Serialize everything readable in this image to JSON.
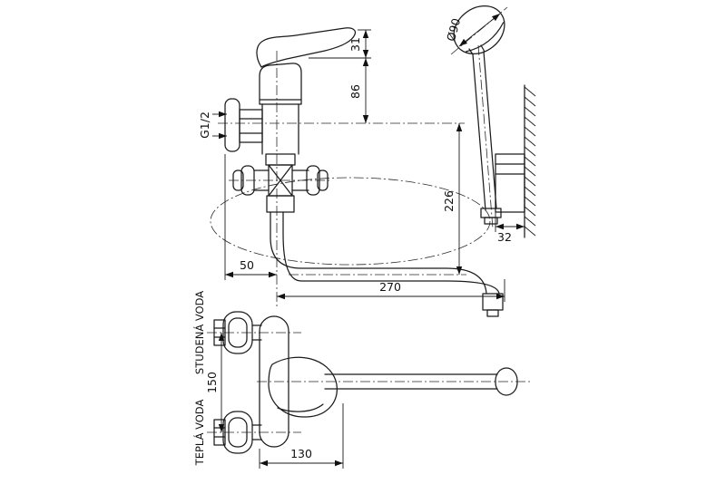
{
  "dims": {
    "d31": "31",
    "d86": "86",
    "g12": "G1/2",
    "d226": "226",
    "d32": "32",
    "d50": "50",
    "d270": "270",
    "d150": "150",
    "d130": "130",
    "d90": "Ø90"
  },
  "labels": {
    "cold": "STUDENÁ VODA",
    "hot": "TEPLÁ VODA"
  }
}
